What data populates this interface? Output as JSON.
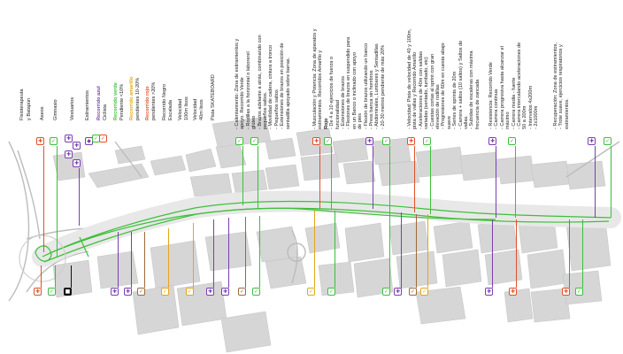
{
  "colors": {
    "green": "#3dbf3a",
    "orange": "#e0522a",
    "purple": "#7a3fb0",
    "yellow": "#e4a51b",
    "brown": "#9a6a3c",
    "black": "#111111",
    "grey": "#bcbcbc",
    "darkgrey": "#9a9a9a"
  },
  "legend": [
    {
      "text": "Fisioterapeuta",
      "bold": false,
      "color": "#222"
    },
    {
      "text": "y Batapún",
      "bold": false,
      "color": "#222"
    },
    {
      "text": "Aseos",
      "bold": false,
      "color": "#222"
    },
    {
      "text": "Gimnasio",
      "bold": false,
      "color": "#222"
    },
    {
      "text": "Vestuarios",
      "bold": false,
      "color": "#222"
    },
    {
      "text": "Estiramientos",
      "bold": false,
      "color": "#222"
    },
    {
      "text": "Recorrido azul",
      "bold": true,
      "color": "#7a3fb0"
    },
    {
      "text": "Ciclista",
      "bold": false,
      "color": "#222"
    },
    {
      "text": "Recorrido verde",
      "bold": true,
      "color": "#3dbf3a"
    },
    {
      "text": "Pendiente <10%",
      "bold": false,
      "color": "#222"
    },
    {
      "text": "Recorrido amarillo",
      "bold": true,
      "color": "#e4a51b"
    },
    {
      "text": "pendientes 10-20%",
      "bold": false,
      "color": "#222"
    },
    {
      "text": "Recorrido rojo",
      "bold": true,
      "color": "#e0522a"
    },
    {
      "text": "pendientes >20%",
      "bold": false,
      "color": "#222"
    },
    {
      "text": "Recorrido Negro",
      "bold": false,
      "color": "#222"
    },
    {
      "text": "Escalada",
      "bold": false,
      "color": "#222"
    },
    {
      "text": "Velocidad",
      "bold": false,
      "color": "#222"
    },
    {
      "text": "100m lisos",
      "bold": false,
      "color": "#222"
    },
    {
      "text": "Velocidad",
      "bold": false,
      "color": "#222"
    },
    {
      "text": "40m lisos",
      "bold": false,
      "color": "#222"
    },
    {
      "text": "Pista SKATEBOARD",
      "bold": false,
      "color": "#222"
    }
  ],
  "station_texts": [
    {
      "id": "s1",
      "lines": [
        {
          "t": "- Calentamiento: Zona de estiramientos y",
          "b": false
        },
        {
          "t": "  apoyo. Recorrido Verde",
          "b": false
        },
        {
          "t": "- Rodillas a la horizontal o laborerel",
          "b": false
        },
        {
          "t": "  glúteo",
          "b": false
        },
        {
          "t": "- Brazos adelante a atrás, combinando con",
          "b": false
        },
        {
          "t": "  pequeños saltos.",
          "b": false
        },
        {
          "t": "- Movilidad de cadera, cintura a tronco",
          "b": false
        },
        {
          "t": "- Pequeños saltos",
          "b": false
        },
        {
          "t": "- Extensiones de brazos en posición de",
          "b": false
        },
        {
          "t": "  sentadilla apoyado sobre barras.",
          "b": false
        }
      ]
    },
    {
      "id": "s2",
      "lines": [
        {
          "t": "- Musculación y Potencia: Zona de aparatos y",
          "b": false
        },
        {
          "t": "  estiramientos. Recorridos Amarillo y",
          "b": false
        },
        {
          "t": "  Rojo",
          "b": true
        },
        {
          "t": "- De 4 a 10 ejercicios de fuerza o",
          "b": false
        },
        {
          "t": "  funcionalidad",
          "b": false
        },
        {
          "t": "- Extensiones de brazos",
          "b": false
        },
        {
          "t": "- Flexiones de brazos en suspendido para",
          "b": false
        },
        {
          "t": "  en un Banco o inclinado con apoyo",
          "b": false
        },
        {
          "t": "  de pies",
          "b": false
        },
        {
          "t": "- Flexión de brazos utilizando un banco",
          "b": false
        },
        {
          "t": "- Press banca sin hombros",
          "b": false
        },
        {
          "t": "- Abdominales, Lumbares y Sentadillas",
          "b": false
        },
        {
          "t": "- 20-30 metros pendiente de más 20%",
          "b": false
        }
      ]
    },
    {
      "id": "s3",
      "lines": [
        {
          "t": "- Velocidad: Pista de velocidad de 40 y 100m,",
          "b": false
        },
        {
          "t": "  pista de vallas y Recorrido Amarillo",
          "b": false
        },
        {
          "t": "- Aceleraciones de 40m con salidas",
          "b": false
        },
        {
          "t": "  variadas (sentado, tumbado, etc)",
          "b": false
        },
        {
          "t": "- Cuestas cortas al sprint con gran",
          "b": false
        },
        {
          "t": "  elevación de rodillas",
          "b": false
        },
        {
          "t": "- Progresiones de 60m en cuesta abajo",
          "b": false
        },
        {
          "t": "  suave",
          "b": false
        },
        {
          "t": "- Series de sprints de 20m",
          "b": false
        },
        {
          "t": "- Carrera + saltos (10 saltos) y Saltos de",
          "b": false
        },
        {
          "t": "  vallas.",
          "b": false
        },
        {
          "t": "- Subidas de escaleras con máxima",
          "b": false
        },
        {
          "t": "  frecuencia de zancada",
          "b": false
        }
      ]
    },
    {
      "id": "s4",
      "lines": [
        {
          "t": "- Resistencia: Recorrido Verde",
          "b": false
        },
        {
          "t": "- Carrera continua",
          "b": false
        },
        {
          "t": "- Carrera progresiva hasta alcanzar el",
          "b": false
        },
        {
          "t": "  máximo",
          "b": false
        },
        {
          "t": "- Carrera media - fuerte",
          "b": false
        },
        {
          "t": "- Carrera intercalando aceleraciones de",
          "b": false
        },
        {
          "t": "  50 a 200m",
          "b": false
        },
        {
          "t": "- Intervalos 4x200m",
          "b": false
        },
        {
          "t": "- 2x1000m",
          "b": false
        }
      ]
    },
    {
      "id": "s5",
      "lines": [
        {
          "t": "- Recuperación: Zona de estiramientos,",
          "b": false
        },
        {
          "t": "- Trote suave, ejercicios respiratorios y",
          "b": false
        },
        {
          "t": "  estiramientos.",
          "b": false
        }
      ]
    }
  ]
}
